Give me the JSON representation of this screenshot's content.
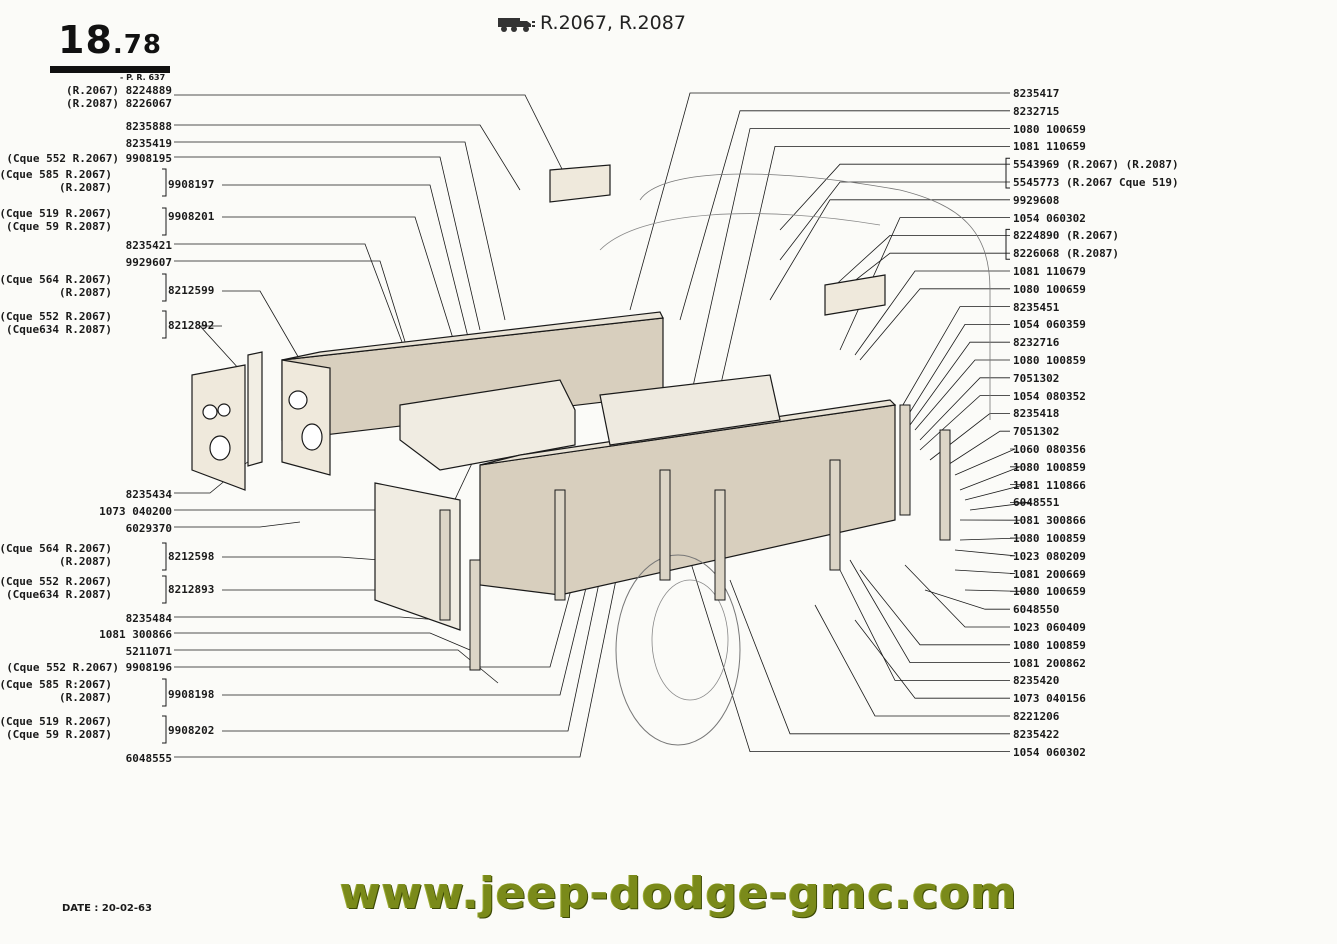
{
  "header": {
    "plate_number": "18",
    "plate_suffix": ".78",
    "plate_subref": "- P. R. 637",
    "models_label": "R.2067, R.2087"
  },
  "left_callouts": [
    {
      "lines": [
        "(R.2067) 8224889",
        "(R.2087) 8226067"
      ]
    },
    {
      "lines": [
        "8235888"
      ]
    },
    {
      "lines": [
        "8235419"
      ]
    },
    {
      "lines": [
        "(Cque 552 R.2067) 9908195"
      ]
    },
    {
      "lines": [
        "(Cque 585 R.2067)",
        "(R.2087)"
      ],
      "ref": "9908197"
    },
    {
      "lines": [
        "(Cque 519 R.2067)",
        "(Cque 59 R.2087)"
      ],
      "ref": "9908201"
    },
    {
      "lines": [
        "8235421"
      ]
    },
    {
      "lines": [
        "9929607"
      ]
    },
    {
      "lines": [
        "(Cque 564 R.2067)",
        "(R.2087)"
      ],
      "ref": "8212599"
    },
    {
      "lines": [
        "(Cque 552 R.2067)",
        "(Cque634 R.2087)"
      ],
      "ref": "8212892"
    },
    {
      "lines": [
        "8235434"
      ]
    },
    {
      "lines": [
        "1073 040200"
      ]
    },
    {
      "lines": [
        "6029370"
      ]
    },
    {
      "lines": [
        "(Cque 564 R.2067)",
        "(R.2087)"
      ],
      "ref": "8212598"
    },
    {
      "lines": [
        "(Cque 552 R.2067)",
        "(Cque634 R.2087)"
      ],
      "ref": "8212893"
    },
    {
      "lines": [
        "8235484"
      ]
    },
    {
      "lines": [
        "1081 300866"
      ]
    },
    {
      "lines": [
        "5211071"
      ]
    },
    {
      "lines": [
        "(Cque 552 R.2067) 9908196"
      ]
    },
    {
      "lines": [
        "(Cque 585 R:2067)",
        "(R.2087)"
      ],
      "ref": "9908198"
    },
    {
      "lines": [
        "(Cque 519 R.2067)",
        "(Cque 59 R.2087)"
      ],
      "ref": "9908202"
    },
    {
      "lines": [
        "6048555"
      ]
    }
  ],
  "right_callouts": [
    "8235417",
    "8232715",
    "1080 100659",
    "1081 110659",
    "5543969 (R.2067) (R.2087)",
    "5545773 (R.2067 Cque 519)",
    "9929608",
    "1054 060302",
    "8224890 (R.2067)",
    "8226068 (R.2087)",
    "1081 110679",
    "1080 100659",
    "8235451",
    "1054 060359",
    "8232716",
    "1080 100859",
    "7051302",
    "1054 080352",
    "8235418",
    "7051302",
    "1060 080356",
    "1080 100859",
    "1081 110866",
    "6048551",
    "1081 300866",
    "1080 100859",
    "1023 080209",
    "1081 200669",
    "1080 100659",
    "6048550",
    "1023 060409",
    "1080 100859",
    "1081 200862",
    "8235420",
    "1073 040156",
    "8221206",
    "8235422",
    "1054 060302"
  ],
  "footer": {
    "date": "DATE : 20-02-63",
    "website": "www.jeep-dodge-gmc.com"
  },
  "colors": {
    "ink": "#1a1a1a",
    "paper": "#fbfbf8",
    "wood": "#d8cfbe",
    "watermark": "#7a8a1a"
  }
}
